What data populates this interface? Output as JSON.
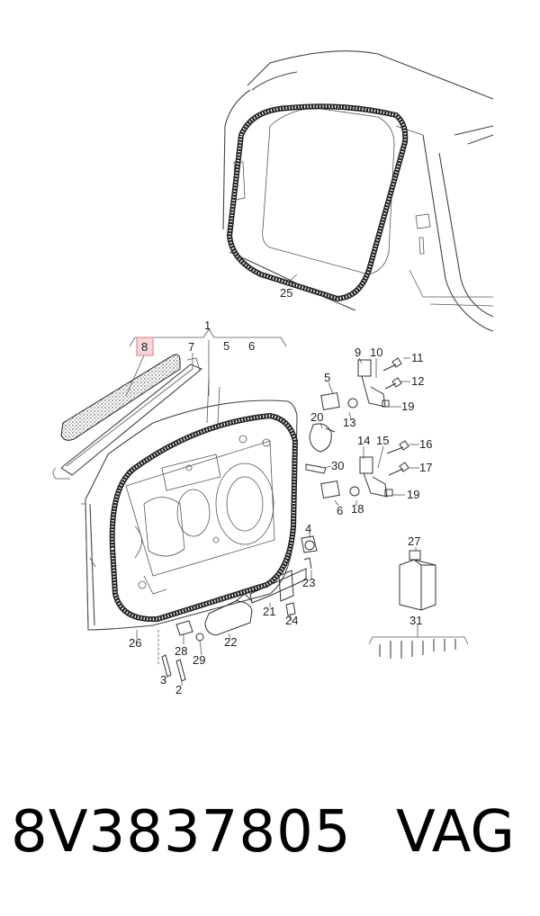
{
  "callouts": {
    "c1": "1",
    "c2": "2",
    "c3": "3",
    "c4": "4",
    "c5": "5",
    "c6": "6",
    "c7": "7",
    "c8": "8",
    "c9": "9",
    "c10": "10",
    "c11": "11",
    "c12": "12",
    "c13": "13",
    "c14": "14",
    "c15": "15",
    "c16": "16",
    "c17": "17",
    "c18": "18",
    "c19": "19",
    "c19b": "19",
    "c20": "20",
    "c21": "21",
    "c22": "22",
    "c23": "23",
    "c24": "24",
    "c25": "25",
    "c26": "26",
    "c27": "27",
    "c28": "28",
    "c29": "29",
    "c30": "30",
    "c31": "31",
    "c5b": "5",
    "c6b": "6"
  },
  "highlight_color": "#e8a0a8",
  "footer": {
    "part_number": "8V3837805",
    "brand": "VAG"
  }
}
